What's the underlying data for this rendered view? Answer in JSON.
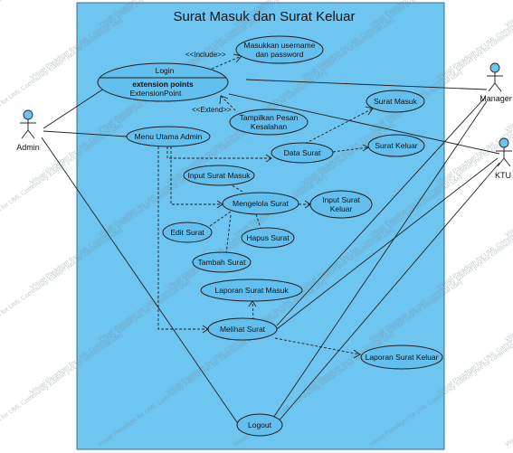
{
  "diagram": {
    "title": "Surat Masuk dan Surat Keluar",
    "actors": [
      {
        "id": "admin",
        "label": "Admin"
      },
      {
        "id": "manager",
        "label": "Manager"
      },
      {
        "id": "ktu",
        "label": "KTU"
      }
    ],
    "use_cases": {
      "login": {
        "label": "Login",
        "ext_title": "extension points",
        "ext_point": "ExtensionPoint"
      },
      "masukkan": {
        "line1": "Masukkan username",
        "line2": "dan password"
      },
      "tampilkan": {
        "line1": "Tampilkan Pesan",
        "line2": "Kesalahan"
      },
      "menu_utama": {
        "label": "Menu Utama Admin"
      },
      "data_surat": {
        "label": "Data Surat"
      },
      "surat_masuk": {
        "label": "Surat Masuk"
      },
      "surat_keluar": {
        "label": "Surat Keluar"
      },
      "input_masuk": {
        "label": "Input Surat Masuk"
      },
      "mengelola": {
        "label": "Mengelola Surat"
      },
      "input_keluar": {
        "line1": "Input Surat",
        "line2": "Keluar"
      },
      "edit": {
        "label": "Edit Surat"
      },
      "hapus": {
        "label": "Hapus Surat"
      },
      "tambah": {
        "label": "Tambah Surat"
      },
      "lap_masuk": {
        "label": "Laporan Surat Masuk"
      },
      "melihat": {
        "label": "Melihat Surat"
      },
      "lap_keluar": {
        "label": "Laporan Surat Keluar"
      },
      "logout": {
        "label": "Logout"
      }
    },
    "stereotypes": {
      "include": "<<Include>>",
      "extend": "<<Extend>>"
    },
    "watermark": "Visual Paradigm for UML Community Edition [not for commercial use]"
  }
}
